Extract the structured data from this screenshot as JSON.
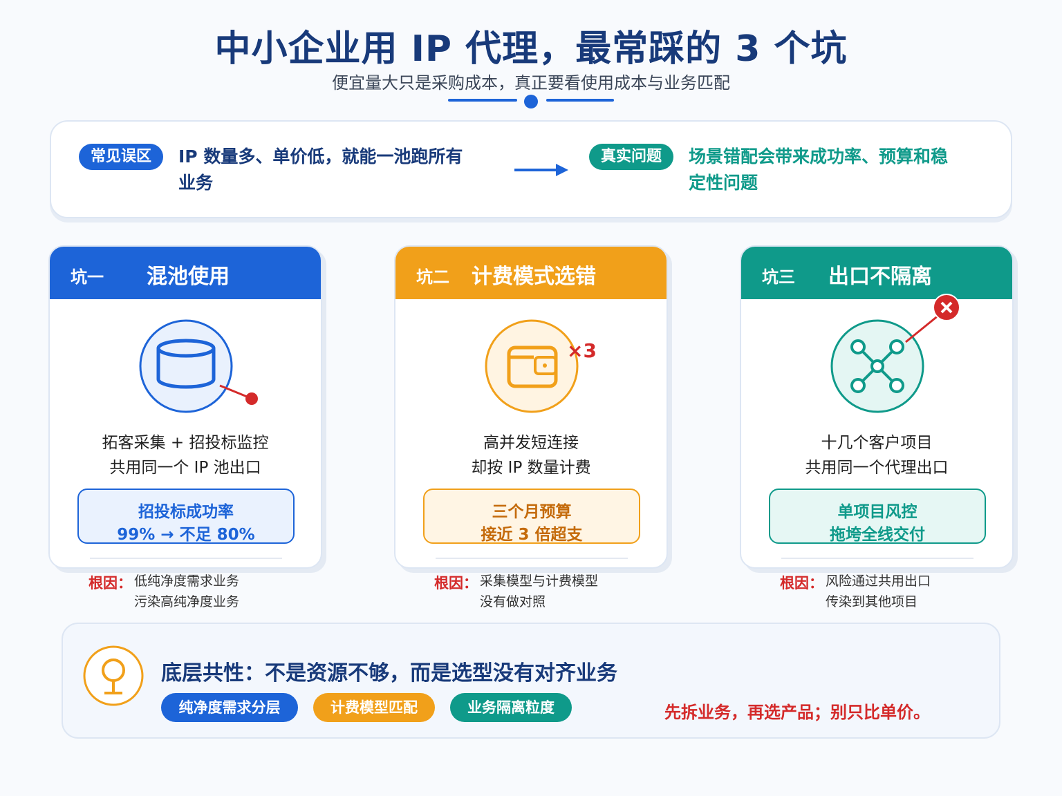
{
  "header": {
    "title": "中小企业用 IP 代理，最常踩的 3 个坑",
    "subtitle": "便宜量大只是采购成本，真正要看使用成本与业务匹配"
  },
  "misconception": {
    "label": "常见误区",
    "text_line1": "IP 数量多、单价低，就能一池跑所有",
    "text_line2": "业务"
  },
  "reality": {
    "label": "真实问题",
    "text_line1": "场景错配会带来成功率、预算和稳",
    "text_line2": "定性问题"
  },
  "pitfalls": [
    {
      "num": "坑一",
      "title": "混池使用",
      "desc_line1": "拓客采集 + 招投标监控",
      "desc_line2": "共用同一个 IP 池出口",
      "impact_line1": "招投标成功率",
      "impact_line2": "99% → 不足 80%",
      "cause_label": "根因：",
      "cause_line1": "低纯净度需求业务",
      "cause_line2": "污染高纯净度业务",
      "color": "#1d64d8"
    },
    {
      "num": "坑二",
      "title": "计费模式选错",
      "desc_line1": "高并发短连接",
      "desc_line2": "却按 IP 数量计费",
      "impact_line1": "三个月预算",
      "impact_line2": "接近 3 倍超支",
      "badge": "×3",
      "cause_label": "根因：",
      "cause_line1": "采集模型与计费模型",
      "cause_line2": "没有做对照",
      "color": "#f1a01a"
    },
    {
      "num": "坑三",
      "title": "出口不隔离",
      "desc_line1": "十几个客户项目",
      "desc_line2": "共用同一个代理出口",
      "impact_line1": "单项目风控",
      "impact_line2": "拖垮全线交付",
      "cause_label": "根因：",
      "cause_line1": "风险通过共用出口",
      "cause_line2": "传染到其他项目",
      "color": "#0f9a8a"
    }
  ],
  "summary": {
    "title": "底层共性：不是资源不够，而是选型没有对齐业务",
    "tags": [
      "纯净度需求分层",
      "计费模型匹配",
      "业务隔离粒度"
    ],
    "conclusion": "先拆业务，再选产品；别只比单价。"
  },
  "icons": [
    "database-icon",
    "wallet-icon",
    "network-icon",
    "lightbulb-icon",
    "arrow-right-icon",
    "error-x-icon"
  ]
}
